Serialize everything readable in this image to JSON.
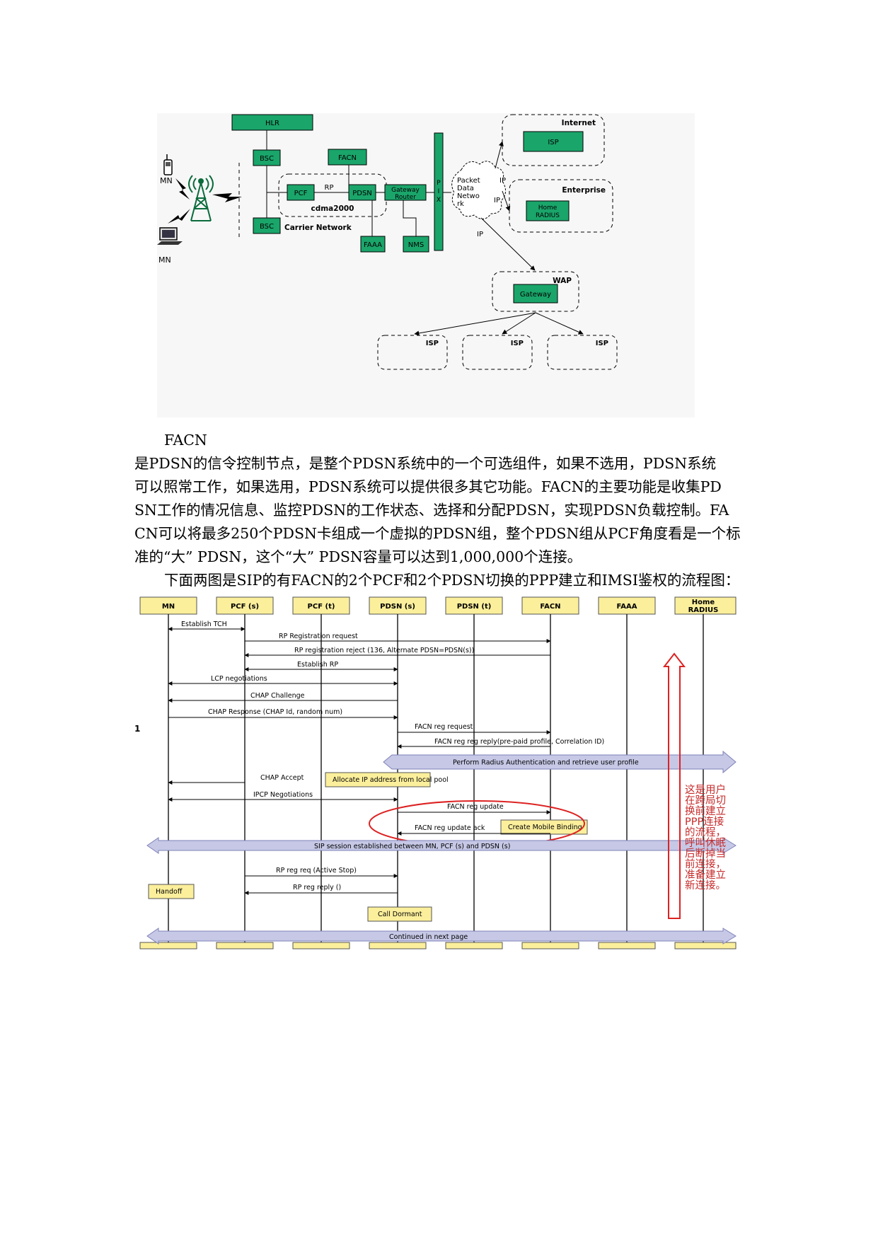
{
  "network": {
    "hlr": "HLR",
    "bsc1": "BSC",
    "bsc2": "BSC",
    "facn": "FACN",
    "pcf": "PCF",
    "rp": "RP",
    "pdsn": "PDSN",
    "cdma": "cdma2000",
    "carrier": "Carrier Network",
    "gw_router1": "Gateway",
    "gw_router2": "Router",
    "pix": [
      "P",
      "I",
      "X"
    ],
    "faaa": "FAAA",
    "nms": "NMS",
    "pdn": [
      "Packet",
      "Data",
      "Netwo",
      "rk"
    ],
    "ip1": "IP",
    "ip2": "IP",
    "ip3": "IP",
    "internet": "Internet",
    "isp_internet": "ISP",
    "enterprise": "Enterprise",
    "home_radius1": "Home",
    "home_radius2": "RADIUS",
    "wap": "WAP",
    "wap_gateway": "Gateway",
    "isp1": "ISP",
    "isp2": "ISP",
    "isp3": "ISP",
    "mn1": "MN",
    "mn2": "MN"
  },
  "text": {
    "heading": "FACN",
    "lines": [
      "是PDSN的信令控制节点，是整个PDSN系统中的一个可选组件，如果不选用，PDSN系统",
      "可以照常工作，如果选用，PDSN系统可以提供很多其它功能。FACN的主要功能是收集PD",
      "SN工作的情况信息、监控PDSN的工作状态、选择和分配PDSN，实现PDSN负载控制。FA",
      "CN可以将最多250个PDSN卡组成一个虚拟的PDSN组，整个PDSN组从PCF角度看是一个标",
      "准的“大” PDSN，这个“大” PDSN容量可以达到1,000,000个连接。"
    ],
    "intro": "下面两图是SIP的有FACN的2个PCF和2个PDSN切换的PPP建立和IMSI鉴权的流程图："
  },
  "sequence": {
    "fig_label": "图1",
    "entities": [
      "MN",
      "PCF (s)",
      "PCF (t)",
      "PDSN (s)",
      "PDSN (t)",
      "FACN",
      "FAAA",
      "Home"
    ],
    "entity_last_line2": "RADIUS",
    "messages": {
      "m1": "Establish TCH",
      "m2": "RP Registration request",
      "m3": "RP registration reject (136, Alternate PDSN=PDSN(s))",
      "m4": "Establish RP",
      "m5": "LCP negotiations",
      "m6": "CHAP Challenge",
      "m7": "CHAP Response (CHAP Id, random num)",
      "m8": "FACN reg request",
      "m9": "FACN reg reg reply(pre-paid profile, Correlation ID)",
      "m10": "Perform Radius Authentication and retrieve user profile",
      "m11": "CHAP Accept",
      "m12": "Allocate IP address from local pool",
      "m13": "IPCP Negotiations",
      "m14": "FACN reg update",
      "m15": "FACN reg update ack",
      "m16": "Create Mobile Binding",
      "m17": "SIP session established between MN, PCF (s) and PDSN (s)",
      "m18": "RP reg req (Active Stop)",
      "m19": "RP reg reply ()",
      "m20": "Handoff",
      "m21": "Call Dormant",
      "m22": "Continued in next page"
    },
    "annotation": [
      "这是用户",
      "在跨局切",
      "换前建立",
      "PPP连接",
      "的流程，",
      "呼叫休眠",
      "后断掉当",
      "前连接，",
      "准备建立",
      "新连接。"
    ]
  }
}
